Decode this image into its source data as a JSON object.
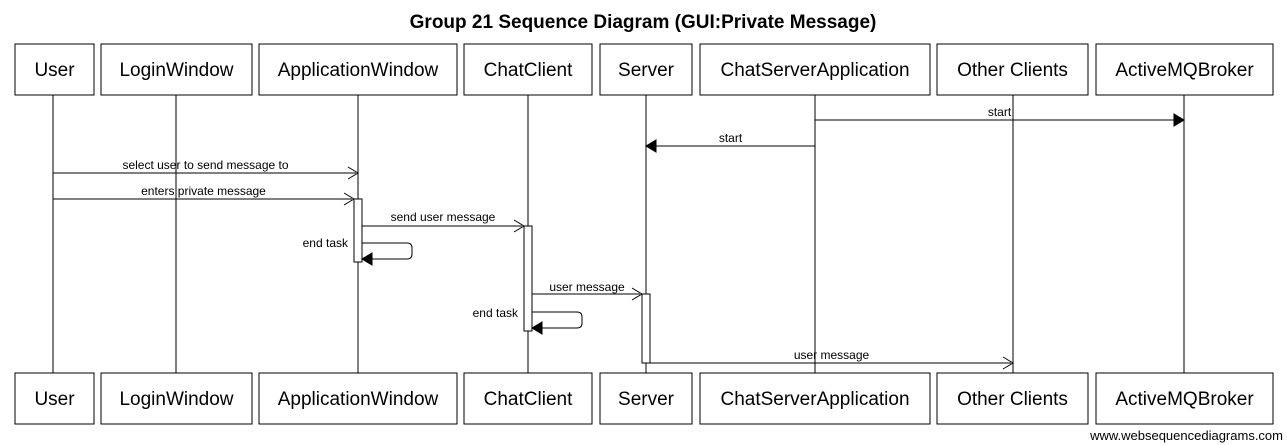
{
  "title": "Group 21 Sequence Diagram (GUI:Private Message)",
  "credit": "www.websequencediagrams.com",
  "participants": [
    "User",
    "LoginWindow",
    "ApplicationWindow",
    "ChatClient",
    "Server",
    "ChatServerApplication",
    "Other Clients",
    "ActiveMQBroker"
  ],
  "messages": [
    {
      "from": "ChatServerApplication",
      "to": "ActiveMQBroker",
      "label": "start",
      "arrow": "solid"
    },
    {
      "from": "ChatServerApplication",
      "to": "Server",
      "label": "start",
      "arrow": "solid"
    },
    {
      "from": "User",
      "to": "ApplicationWindow",
      "label": "select user to send message to",
      "arrow": "open"
    },
    {
      "from": "User",
      "to": "ApplicationWindow",
      "label": "enters private message",
      "arrow": "open"
    },
    {
      "from": "ApplicationWindow",
      "to": "ChatClient",
      "label": "send user message",
      "arrow": "open"
    },
    {
      "from": "ApplicationWindow",
      "to": "ApplicationWindow",
      "label": "end task",
      "arrow": "solid"
    },
    {
      "from": "ChatClient",
      "to": "Server",
      "label": "user message",
      "arrow": "open"
    },
    {
      "from": "ChatClient",
      "to": "ChatClient",
      "label": "end task",
      "arrow": "solid"
    },
    {
      "from": "Server",
      "to": "Other Clients",
      "label": "user message",
      "arrow": "open"
    }
  ]
}
